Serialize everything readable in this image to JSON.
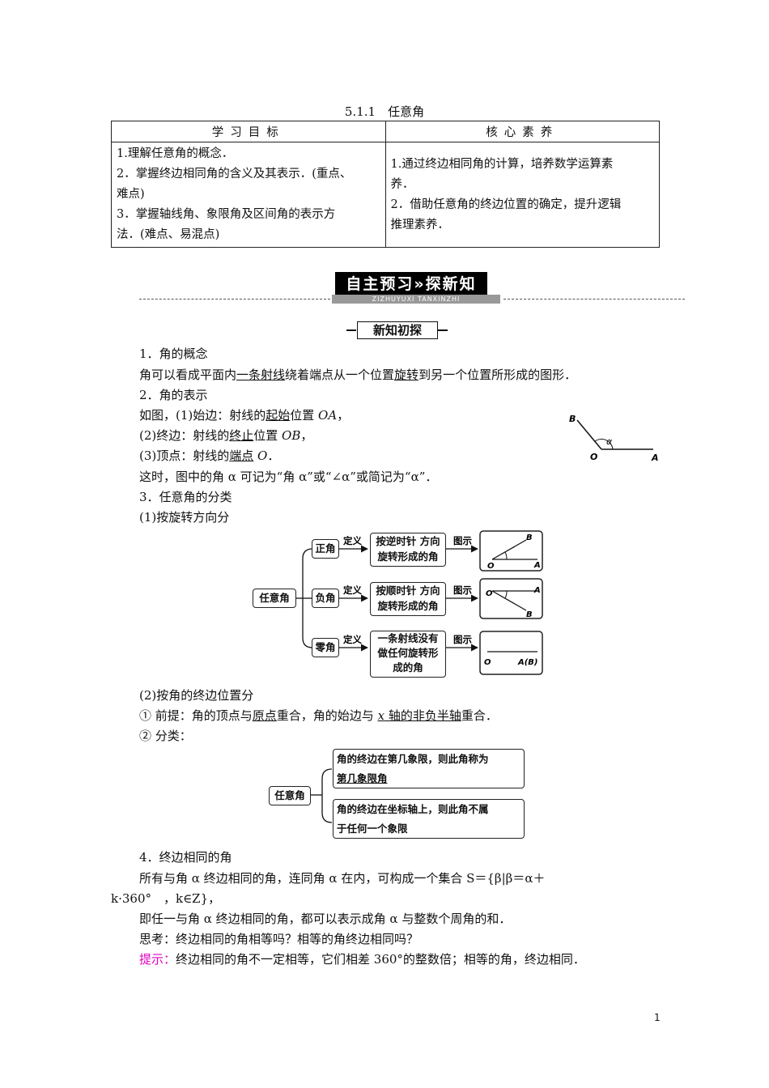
{
  "title": "5.1.1　任意角",
  "goals_table": {
    "col1_header": "学习目标",
    "col2_header": "核心素养",
    "col1_items": [
      "1.理解任意角的概念．",
      "2．掌握终边相同角的含义及其表示．(重点、",
      "难点)",
      "3．掌握轴线角、象限角及区间角的表示方",
      "法．(难点、易混点)"
    ],
    "col2_items": [
      "1.通过终边相同角的计算，培养数学运算素",
      "养．",
      "2．借助任意角的终边位置的确定，提升逻辑",
      "推理素养．"
    ]
  },
  "banner": {
    "main": "自主预习",
    "arrow": "»",
    "main2": "探新知",
    "sub": "ZIZHUYUXI TANXINZHI"
  },
  "section": "新知初探",
  "p1": {
    "head": "1．角的概念",
    "a": "角可以看成平面内",
    "b": "一条射线",
    "c": "绕着端点从一个位置",
    "d": "旋转",
    "e": "到另一个位置所形成的图形．"
  },
  "p2": {
    "head": "2．角的表示",
    "l1a": "如图，(1)始边：射线的",
    "l1b": "起始",
    "l1c": "位置 ",
    "l1d": "OA",
    "l2a": "(2)终边：射线的",
    "l2b": "终止",
    "l2c": "位置 ",
    "l2d": "OB",
    "l3a": "(3)顶点：射线的",
    "l3b": "端点",
    "l3c": " ",
    "l3d": "O",
    "l4": "这时，图中的角 α 可记为“角 α”或“∠α”或简记为“α”．"
  },
  "fig1": {
    "B": "B",
    "O": "O",
    "A": "A",
    "alpha": "α"
  },
  "p3": {
    "head": "3．任意角的分类",
    "sub1": "(1)按旋转方向分"
  },
  "tree1": {
    "root": "任意角",
    "def": "定义",
    "show": "图示",
    "pos": {
      "name": "正角",
      "desc1": "按逆时针 方向",
      "desc2": "旋转形成的角"
    },
    "neg": {
      "name": "负角",
      "desc1": "按顺时针 方向",
      "desc2": "旋转形成的角"
    },
    "zero": {
      "name": "零角",
      "desc1": "一条射线没有",
      "desc2": "做任何旋转形",
      "desc3": "成的角"
    },
    "labels": {
      "O": "O",
      "A": "A",
      "B": "B",
      "AB": "A(B)"
    }
  },
  "p3b": {
    "sub2": "(2)按角的终边位置分",
    "prem_a": "①  前提：角的顶点与",
    "prem_b": "原点",
    "prem_c": "重合，角的始边与 ",
    "prem_d": "x",
    "prem_e": " 轴的非负半轴",
    "prem_f": "重合．",
    "cls": "②  分类："
  },
  "tree2": {
    "root": "任意角",
    "b1a": "角的终边在第几象限，则此角称为",
    "b1b": "第几象限角",
    "b2a": "角的终边在坐标轴上，则此角不属",
    "b2b": "于任何一个象限"
  },
  "p4": {
    "head": "4．终边相同的角",
    "l1": "所有与角 α 终边相同的角，连同角 α 在内，可构成一个集合 S＝{β|β＝α＋",
    "l2": "k·360°　，k∈Z}，",
    "l3": "即任一与角 α 终边相同的角，都可以表示成角 α 与整数个周角的和．",
    "think": "思考：终边相同的角相等吗？相等的角终边相同吗？",
    "hint_label": "提示：",
    "hint": "终边相同的角不一定相等，它们相差 360°的整数倍；相等的角，终边相同．"
  },
  "page_number": "1"
}
